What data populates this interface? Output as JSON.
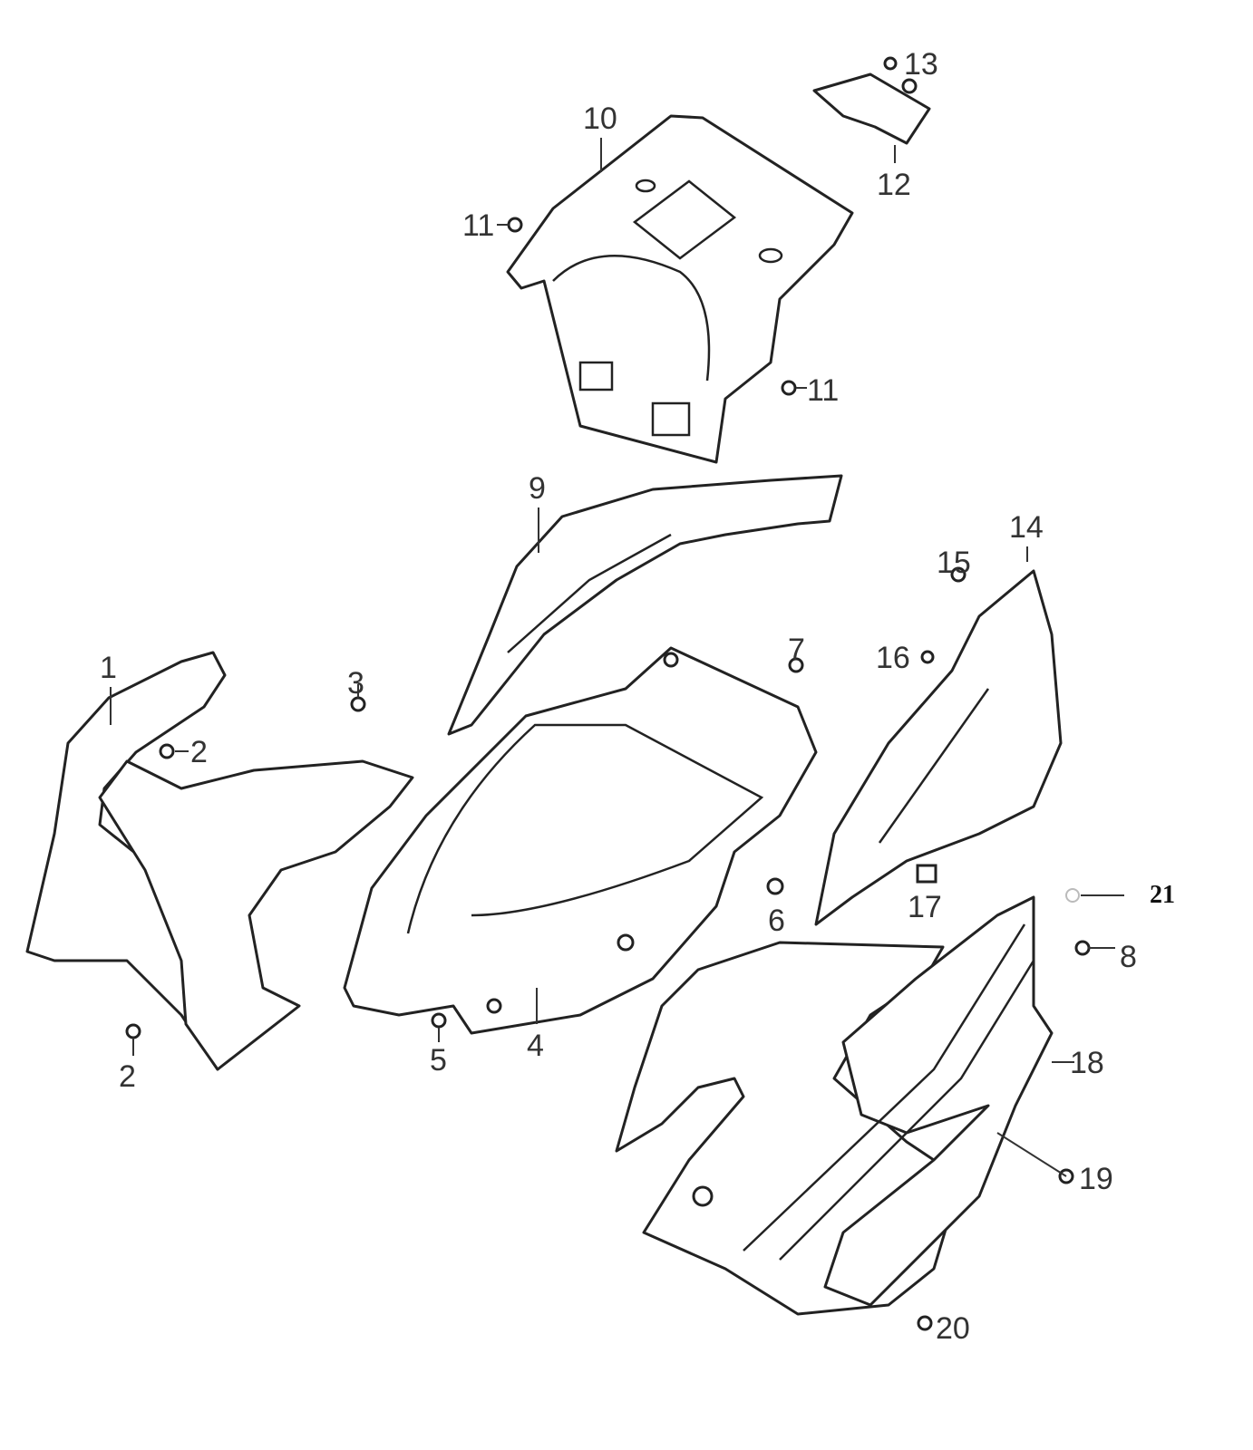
{
  "diagram": {
    "callouts": [
      {
        "id": "c1",
        "text": "1"
      },
      {
        "id": "c2a",
        "text": "2"
      },
      {
        "id": "c3",
        "text": "3"
      },
      {
        "id": "c2b",
        "text": "2"
      },
      {
        "id": "c4",
        "text": "4"
      },
      {
        "id": "c5",
        "text": "5"
      },
      {
        "id": "c6",
        "text": "6"
      },
      {
        "id": "c7",
        "text": "7"
      },
      {
        "id": "c8",
        "text": "8"
      },
      {
        "id": "c9",
        "text": "9"
      },
      {
        "id": "c10",
        "text": "10"
      },
      {
        "id": "c11a",
        "text": "11"
      },
      {
        "id": "c11b",
        "text": "11"
      },
      {
        "id": "c12",
        "text": "12"
      },
      {
        "id": "c13",
        "text": "13"
      },
      {
        "id": "c14",
        "text": "14"
      },
      {
        "id": "c15",
        "text": "15"
      },
      {
        "id": "c16",
        "text": "16"
      },
      {
        "id": "c17",
        "text": "17"
      },
      {
        "id": "c18",
        "text": "18"
      },
      {
        "id": "c19",
        "text": "19"
      },
      {
        "id": "c20",
        "text": "20"
      },
      {
        "id": "c21",
        "text": "21"
      }
    ]
  }
}
